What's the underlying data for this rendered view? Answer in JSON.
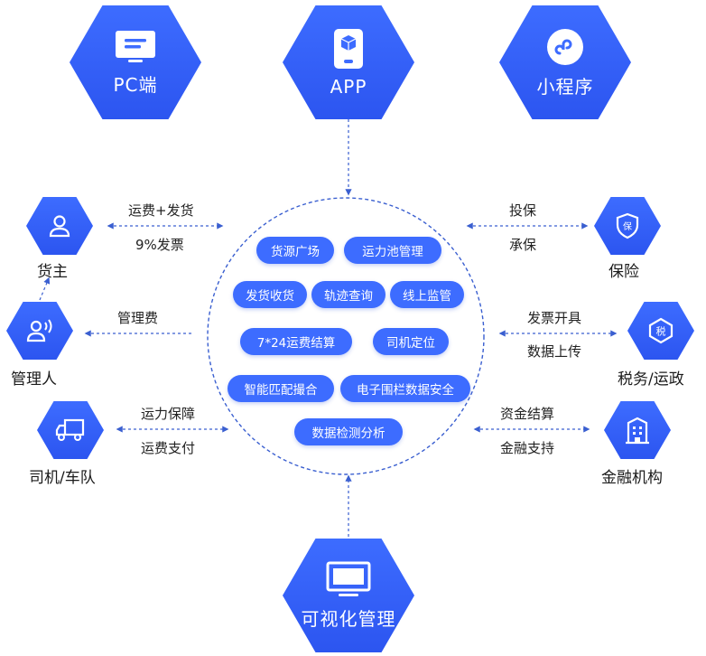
{
  "top": {
    "pc": {
      "label": "PC端",
      "icon": "monitor-icon"
    },
    "app": {
      "label": "APP",
      "icon": "phone-icon"
    },
    "mini": {
      "label": "小程序",
      "icon": "mini-program-icon"
    }
  },
  "bottom": {
    "label": "可视化管理",
    "icon": "display-icon"
  },
  "left": {
    "shipper": {
      "label": "货主",
      "icon": "user-icon"
    },
    "manager": {
      "label": "管理人",
      "icon": "user-voice-icon"
    },
    "driver": {
      "label": "司机/车队",
      "icon": "truck-icon"
    }
  },
  "right": {
    "insurance": {
      "label": "保险",
      "icon": "shield-icon"
    },
    "tax": {
      "label": "税务/运政",
      "icon": "tax-icon"
    },
    "finance": {
      "label": "金融机构",
      "icon": "building-icon"
    }
  },
  "edges": {
    "shipper_top": "运费+发货",
    "shipper_bottom": "9%发票",
    "manager": "管理费",
    "driver_top": "运力保障",
    "driver_bottom": "运费支付",
    "insurance_top": "投保",
    "insurance_bottom": "承保",
    "tax_top": "发票开具",
    "tax_bottom": "数据上传",
    "finance_top": "资金结算",
    "finance_bottom": "金融支持"
  },
  "features": [
    "货源广场",
    "运力池管理",
    "发货收货",
    "轨迹查询",
    "线上监管",
    "7*24运费结算",
    "司机定位",
    "智能匹配撮合",
    "电子围栏数据安全",
    "数据检测分析"
  ],
  "colors": {
    "accent": "#3d6cff",
    "line": "#3a5fd0"
  }
}
